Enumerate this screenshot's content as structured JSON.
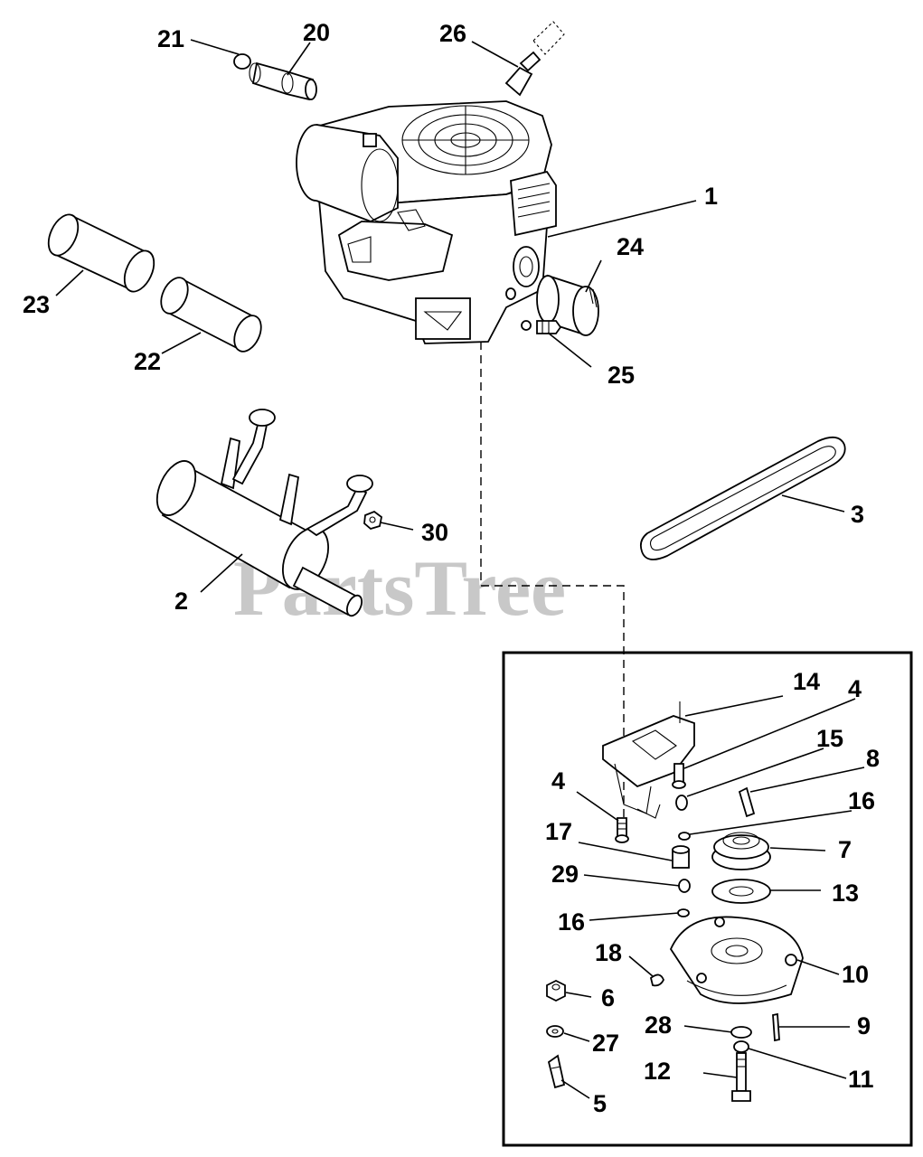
{
  "watermark": "PartsTree",
  "callouts": {
    "c1": "1",
    "c2": "2",
    "c3": "3",
    "c4a": "4",
    "c4b": "4",
    "c5": "5",
    "c6": "6",
    "c7": "7",
    "c8": "8",
    "c9": "9",
    "c10": "10",
    "c11": "11",
    "c12": "12",
    "c13": "13",
    "c14": "14",
    "c15": "15",
    "c16a": "16",
    "c16b": "16",
    "c17": "17",
    "c18": "18",
    "c20": "20",
    "c21": "21",
    "c22": "22",
    "c23": "23",
    "c24": "24",
    "c25": "25",
    "c26": "26",
    "c27": "27",
    "c28": "28",
    "c29": "29",
    "c30": "30"
  }
}
